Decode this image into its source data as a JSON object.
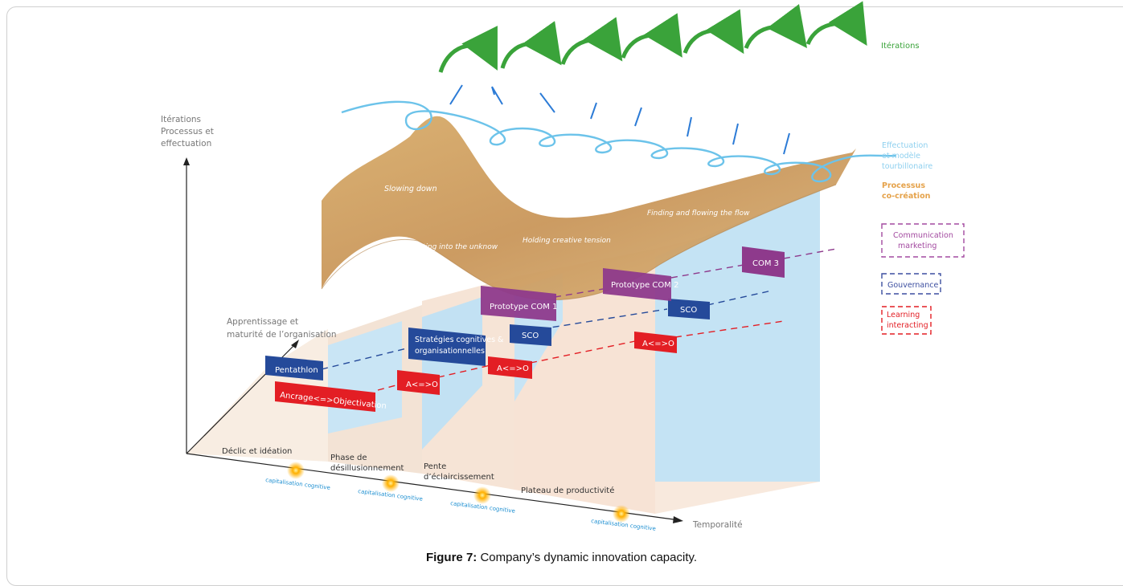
{
  "figure": {
    "label": "Figure 7:",
    "text": "Company’s dynamic innovation capacity."
  },
  "axes": {
    "y": [
      "Itérations",
      "Processus et",
      "effectuation"
    ],
    "depth": [
      "Apprentissage et",
      "maturité de l’organisation"
    ],
    "x": "Temporalité"
  },
  "legend": {
    "iterations": "Itérations",
    "effectuation": [
      "Effectuation",
      "et modèle",
      "tourbillonaire"
    ],
    "processus": [
      "Processus",
      "co-création"
    ],
    "communication": [
      "Communication",
      "marketing"
    ],
    "gouvernance": "Gouvernance",
    "learning": [
      "Learning",
      "interacting"
    ]
  },
  "phases": {
    "p1": "Déclic et idéation",
    "p2": [
      "Phase de",
      "désillusionnement"
    ],
    "p3": [
      "Pente",
      "d’éclaircissement"
    ],
    "p4": "Plateau de productivité"
  },
  "capitalisation": "capitalisation cognitive",
  "surface_labels": {
    "slowing": "Slowing down",
    "accelerating": "Accelerating into the unknow",
    "holding": "Holding creative tension",
    "finding": "Finding and flowing the flow"
  },
  "boxes": {
    "pentathlon": "Pentathlon",
    "ancrage": "Ancrage<=>Objectivation",
    "strategies": [
      "Stratégies cognitives &",
      "organisationnelles"
    ],
    "aeo1": "A<=>O",
    "aeo2": "A<=>O",
    "aeo3": "A<=>O",
    "sco1": "SCO",
    "sco2": "SCO",
    "com1": "Prototype COM 1",
    "com2": "Prototype COM 2",
    "com3": "COM 3"
  },
  "colors": {
    "green": "#3aa33a",
    "blue_spiral": "#6cc3ea",
    "orange_surface": "#d4a766",
    "purple": "#8e3a8c",
    "navy": "#254a9a",
    "red": "#e31e24"
  }
}
